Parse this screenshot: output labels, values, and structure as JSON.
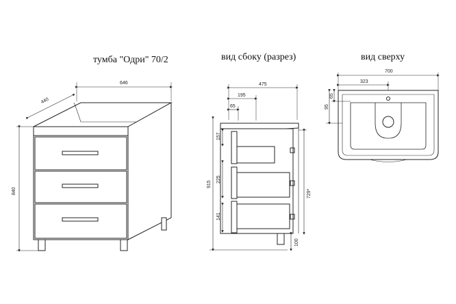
{
  "titles": {
    "front": "тумба \"Одри\" 70/2",
    "side": "вид сбоку (разрез)",
    "top": "вид сверху"
  },
  "front_view": {
    "width": "646",
    "depth": "440",
    "height": "840"
  },
  "side_view": {
    "depth": "475",
    "offset_195": "195",
    "offset_65": "65",
    "h_157": "157",
    "h_225": "225",
    "h_141": "141",
    "h_915": "915",
    "h_729": "729*",
    "h_100": "100"
  },
  "top_view": {
    "width": "700",
    "offset_323": "323",
    "depth_3": "95",
    "depth_4": "65"
  }
}
